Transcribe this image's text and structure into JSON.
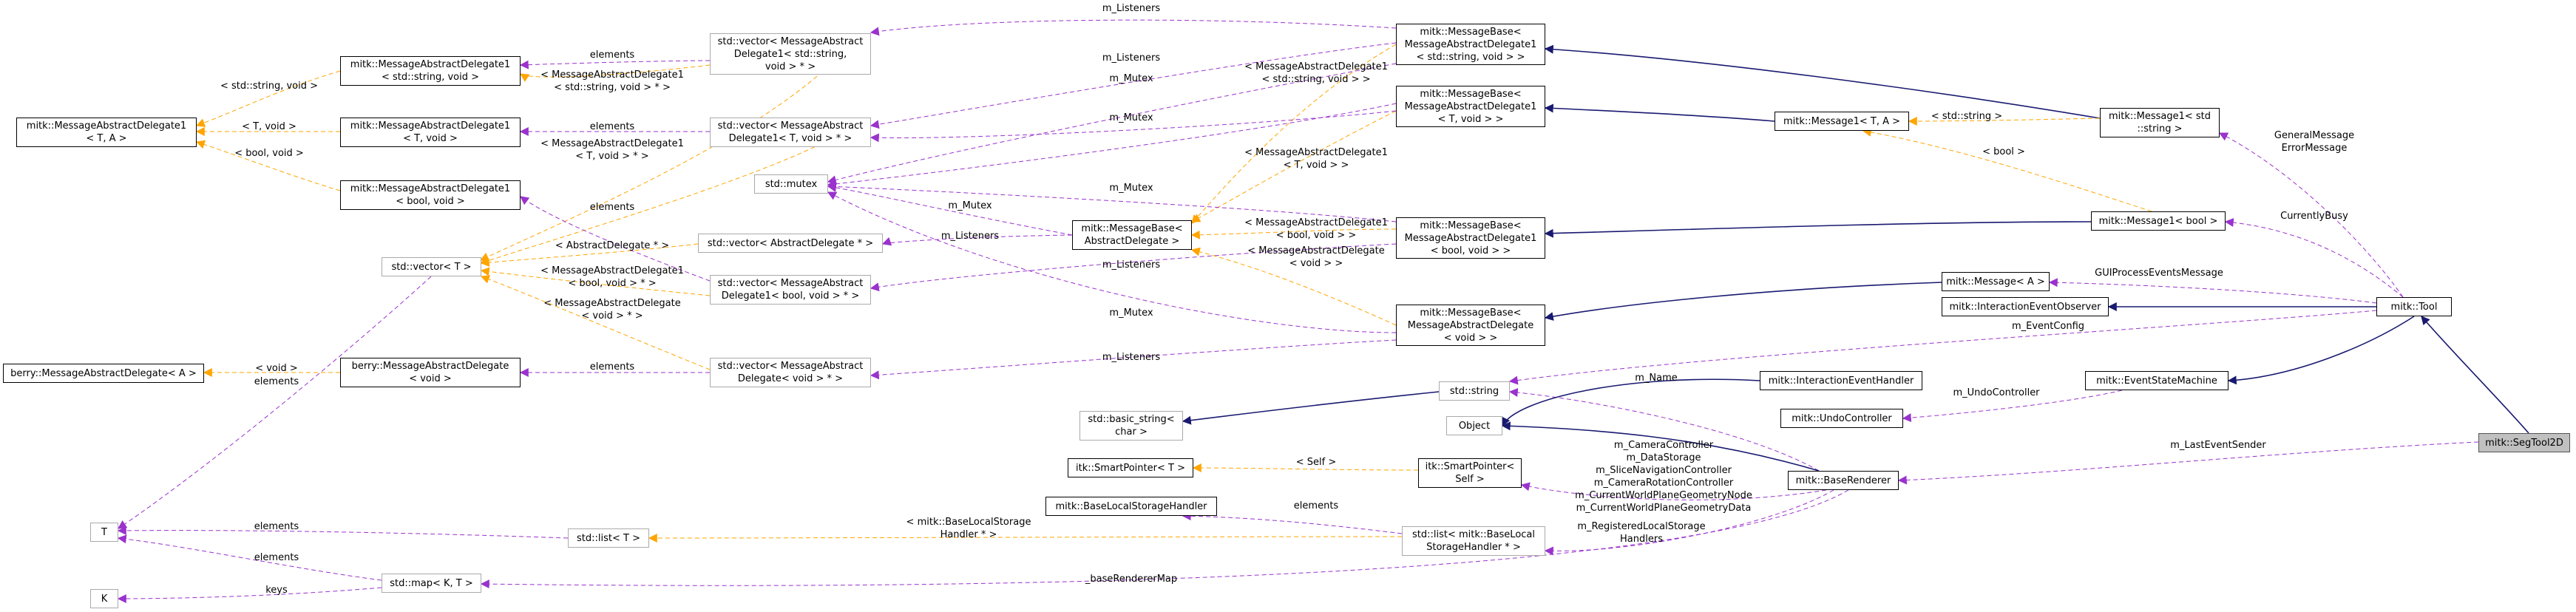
{
  "diagram": {
    "colors": {
      "inheritance": "#191970",
      "usage": "#9a32cd",
      "template": "#ffa500",
      "node_border": "#000000",
      "node_border_light": "#aaaaaa",
      "root_fill": "#c0c0c0"
    },
    "nodes": [
      {
        "id": "n_mad_sv",
        "label": "mitk::MessageAbstractDelegate1\n< std::string, void >"
      },
      {
        "id": "n_mad_ta",
        "label": "mitk::MessageAbstractDelegate1\n< T, A >"
      },
      {
        "id": "n_mad_tv",
        "label": "mitk::MessageAbstractDelegate1\n< T, void >"
      },
      {
        "id": "n_mad_bv",
        "label": "mitk::MessageAbstractDelegate1\n< bool, void >"
      },
      {
        "id": "n_vec_t",
        "label": "std::vector< T >"
      },
      {
        "id": "n_berry_a",
        "label": "berry::MessageAbstractDelegate< A >"
      },
      {
        "id": "n_berry_v",
        "label": "berry::MessageAbstractDelegate\n< void >"
      },
      {
        "id": "n_T",
        "label": "T"
      },
      {
        "id": "n_K",
        "label": "K"
      },
      {
        "id": "n_vec_sv",
        "label": "std::vector< MessageAbstract\nDelegate1< std::string,\nvoid > * >"
      },
      {
        "id": "n_vec_tv",
        "label": "std::vector< MessageAbstract\nDelegate1< T, void > * >"
      },
      {
        "id": "n_mutex",
        "label": "std::mutex"
      },
      {
        "id": "n_vec_ad",
        "label": "std::vector< AbstractDelegate * >"
      },
      {
        "id": "n_vec_bv",
        "label": "std::vector< MessageAbstract\nDelegate1< bool, void > * >"
      },
      {
        "id": "n_vec_dv",
        "label": "std::vector< MessageAbstract\nDelegate< void > * >"
      },
      {
        "id": "n_basic_string",
        "label": "std::basic_string<\nchar >"
      },
      {
        "id": "n_itk_sp_t",
        "label": "itk::SmartPointer< T >"
      },
      {
        "id": "n_blsh",
        "label": "mitk::BaseLocalStorageHandler"
      },
      {
        "id": "n_list_t",
        "label": "std::list< T >"
      },
      {
        "id": "n_map_kt",
        "label": "std::map< K, T >"
      },
      {
        "id": "n_mb_ad",
        "label": "mitk::MessageBase<\nAbstractDelegate >"
      },
      {
        "id": "n_mb_sv",
        "label": "mitk::MessageBase<\nMessageAbstractDelegate1\n< std::string, void > >"
      },
      {
        "id": "n_mb_tv",
        "label": "mitk::MessageBase<\nMessageAbstractDelegate1\n< T, void > >"
      },
      {
        "id": "n_mb_bv",
        "label": "mitk::MessageBase<\nMessageAbstractDelegate1\n< bool, void > >"
      },
      {
        "id": "n_mb_dv",
        "label": "mitk::MessageBase<\nMessageAbstractDelegate\n< void > >"
      },
      {
        "id": "n_string",
        "label": "std::string"
      },
      {
        "id": "n_object",
        "label": "Object"
      },
      {
        "id": "n_itk_sp_self",
        "label": "itk::SmartPointer<\nSelf >"
      },
      {
        "id": "n_list_blsh",
        "label": "std::list< mitk::BaseLocal\nStorageHandler * >"
      },
      {
        "id": "n_msg1_ta",
        "label": "mitk::Message1< T, A >"
      },
      {
        "id": "n_msg1_str",
        "label": "mitk::Message1< std\n::string >"
      },
      {
        "id": "n_msg1_bool",
        "label": "mitk::Message1< bool >"
      },
      {
        "id": "n_msg_a",
        "label": "mitk::Message< A >"
      },
      {
        "id": "n_ieo",
        "label": "mitk::InteractionEventObserver"
      },
      {
        "id": "n_ieh",
        "label": "mitk::InteractionEventHandler"
      },
      {
        "id": "n_esm",
        "label": "mitk::EventStateMachine"
      },
      {
        "id": "n_undo",
        "label": "mitk::UndoController"
      },
      {
        "id": "n_base_renderer",
        "label": "mitk::BaseRenderer"
      },
      {
        "id": "n_tool",
        "label": "mitk::Tool"
      },
      {
        "id": "n_segtool2d",
        "label": "mitk::SegTool2D"
      }
    ],
    "edge_labels": [
      {
        "id": "l1",
        "text": "m_Listeners"
      },
      {
        "id": "l2",
        "text": "elements"
      },
      {
        "id": "l3",
        "text": "< MessageAbstractDelegate1\n< std::string, void > * >"
      },
      {
        "id": "l4",
        "text": "< std::string, void >"
      },
      {
        "id": "l5",
        "text": "m_Listeners"
      },
      {
        "id": "l6",
        "text": "m_Mutex"
      },
      {
        "id": "l7",
        "text": "< MessageAbstractDelegate1\n< std::string, void > >"
      },
      {
        "id": "l8",
        "text": "m_Mutex"
      },
      {
        "id": "l9",
        "text": "< T, void >"
      },
      {
        "id": "l10",
        "text": "elements"
      },
      {
        "id": "l11",
        "text": "< MessageAbstractDelegate1\n< T, void > * >"
      },
      {
        "id": "l12",
        "text": "< bool, void >"
      },
      {
        "id": "l13",
        "text": "< MessageAbstractDelegate1\n< T, void > >"
      },
      {
        "id": "l14",
        "text": "< std::string >"
      },
      {
        "id": "l15",
        "text": "< bool >"
      },
      {
        "id": "l16",
        "text": "GeneralMessage\nErrorMessage"
      },
      {
        "id": "l17",
        "text": "m_Mutex"
      },
      {
        "id": "l18",
        "text": "elements"
      },
      {
        "id": "l19",
        "text": "m_Mutex"
      },
      {
        "id": "l20",
        "text": "m_Listeners"
      },
      {
        "id": "l21",
        "text": "< AbstractDelegate * >"
      },
      {
        "id": "l22",
        "text": "< MessageAbstractDelegate1\n< bool, void > >"
      },
      {
        "id": "l23",
        "text": "< MessageAbstractDelegate\n< void > >"
      },
      {
        "id": "l24",
        "text": "m_Listeners"
      },
      {
        "id": "l25",
        "text": "< MessageAbstractDelegate1\n< bool, void > * >"
      },
      {
        "id": "l26",
        "text": "CurrentlyBusy"
      },
      {
        "id": "l27",
        "text": "GUIProcessEventsMessage"
      },
      {
        "id": "l28",
        "text": "< MessageAbstractDelegate\n< void > * >"
      },
      {
        "id": "l29",
        "text": "m_Mutex"
      },
      {
        "id": "l30",
        "text": "m_EventConfig"
      },
      {
        "id": "l31",
        "text": "< void >"
      },
      {
        "id": "l32",
        "text": "elements"
      },
      {
        "id": "l33",
        "text": "elements"
      },
      {
        "id": "l34",
        "text": "m_Listeners"
      },
      {
        "id": "l35",
        "text": "m_Name"
      },
      {
        "id": "l36",
        "text": "m_UndoController"
      },
      {
        "id": "l37",
        "text": "< Self >"
      },
      {
        "id": "l38",
        "text": "m_CameraController\nm_DataStorage\nm_SliceNavigationController\nm_CameraRotationController\nm_CurrentWorldPlaneGeometryNode\nm_CurrentWorldPlaneGeometryData"
      },
      {
        "id": "l39",
        "text": "m_LastEventSender"
      },
      {
        "id": "l40",
        "text": "elements"
      },
      {
        "id": "l41",
        "text": "elements"
      },
      {
        "id": "l42",
        "text": "< mitk::BaseLocalStorage\nHandler * >"
      },
      {
        "id": "l43",
        "text": "m_RegisteredLocalStorage\nHandlers"
      },
      {
        "id": "l44",
        "text": "elements"
      },
      {
        "id": "l45",
        "text": "keys"
      },
      {
        "id": "l46",
        "text": "_baseRendererMap"
      }
    ]
  }
}
